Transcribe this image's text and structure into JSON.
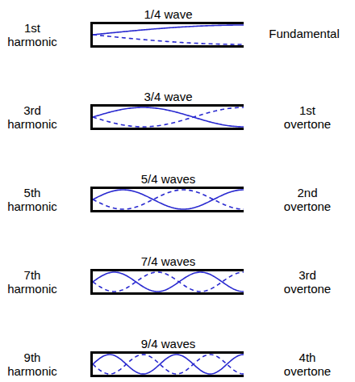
{
  "diagram": {
    "nodes": [
      {
        "text": [
          "1/4 wave"
        ]
      },
      {
        "text": [
          "3/4 wave"
        ]
      },
      {
        "text": [
          "5/4 waves"
        ]
      },
      {
        "text": [
          "7/4 waves"
        ]
      },
      {
        "text": [
          "9/4 waves"
        ]
      }
    ],
    "labels": [
      "1st harmonic",
      "Fundamental",
      "3rd harmonic",
      "1st overtone",
      "5th harmonic",
      "2nd overtone",
      "7th harmonic",
      "3rd overtone",
      "9th harmonic",
      "4th overtone"
    ]
  }
}
